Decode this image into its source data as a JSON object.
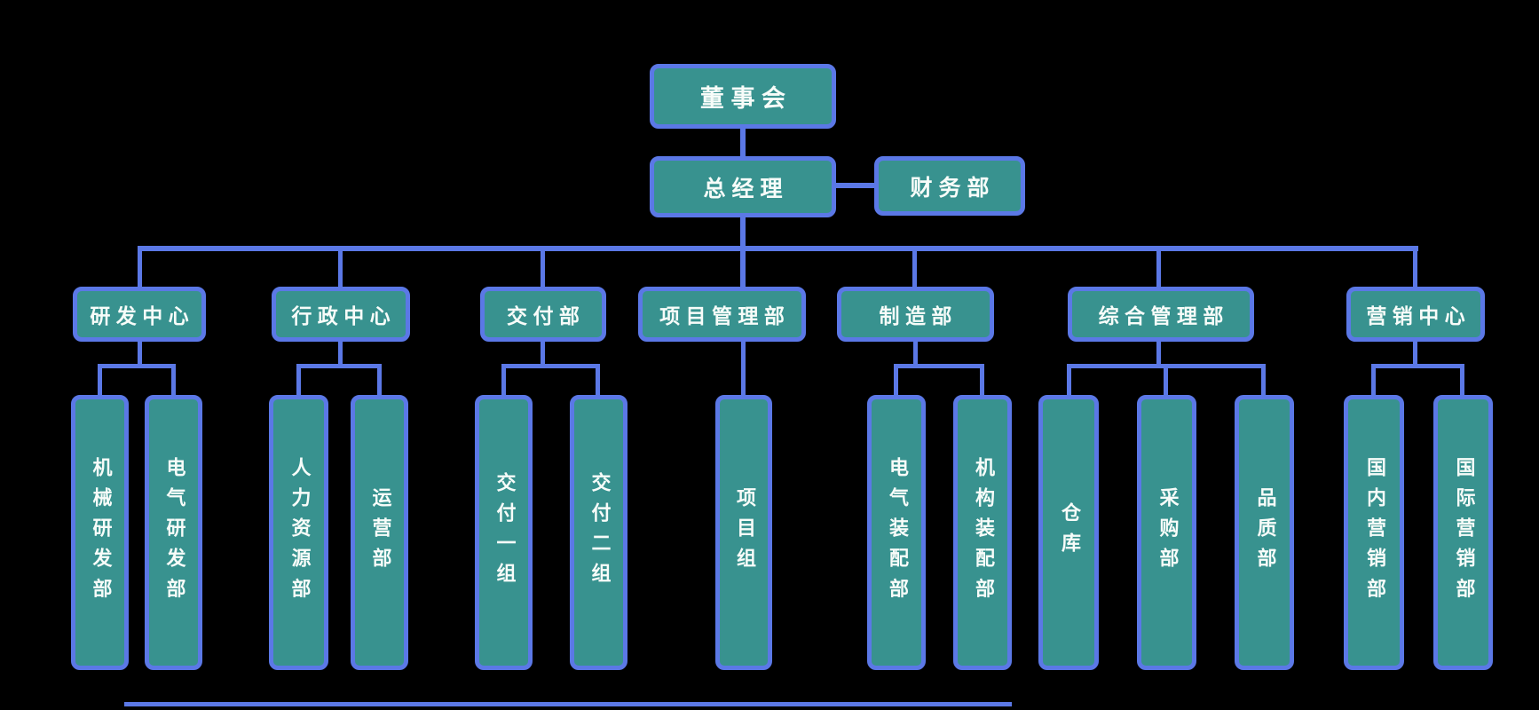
{
  "nodes": {
    "board": "董事会",
    "gm": "总经理",
    "finance": "财务部"
  },
  "departments": [
    {
      "label": "研发中心",
      "children": [
        "机械研发部",
        "电气研发部"
      ]
    },
    {
      "label": "行政中心",
      "children": [
        "人力资源部",
        "运营部"
      ]
    },
    {
      "label": "交付部",
      "children": [
        "交付一组",
        "交付二组"
      ]
    },
    {
      "label": "项目管理部",
      "children": [
        "项目组"
      ]
    },
    {
      "label": "制造部",
      "children": [
        "电气装配部",
        "机构装配部"
      ]
    },
    {
      "label": "综合管理部",
      "children": [
        "仓库",
        "采购部",
        "品质部"
      ]
    },
    {
      "label": "营销中心",
      "children": [
        "国内营销部",
        "国际营销部"
      ]
    }
  ],
  "colors": {
    "background": "#000000",
    "node_fill": "#38928f",
    "node_border": "#5b78e6",
    "connector": "#5b78e6",
    "text": "#f7fcf9"
  }
}
